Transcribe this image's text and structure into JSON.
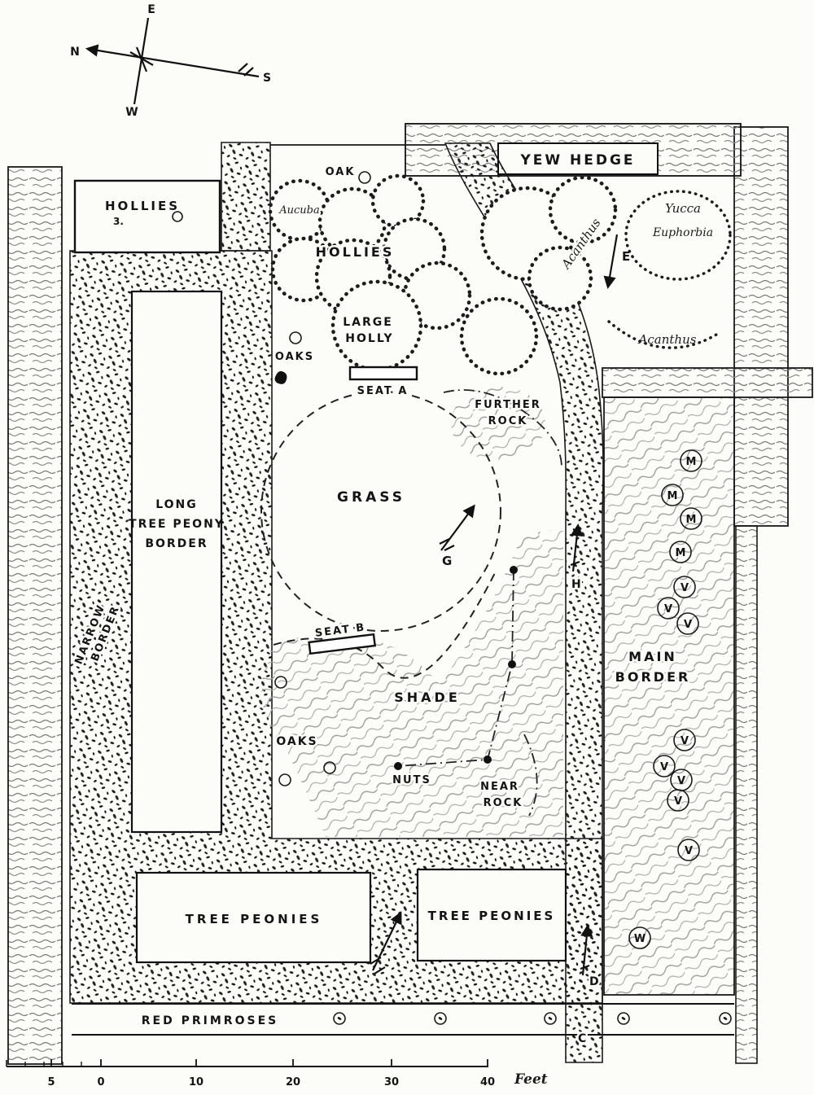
{
  "compass": {
    "n": "N",
    "e": "E",
    "s": "S",
    "w": "W"
  },
  "hedge": {
    "label": "YEW HEDGE"
  },
  "beds": {
    "hollies_box": "HOLLIES",
    "hollies_count": "3.",
    "long_border": [
      "LONG",
      "TREE PEONY",
      "BORDER"
    ],
    "narrow_border": [
      "NARROW",
      "BORDER"
    ],
    "main_border": [
      "MAIN",
      "BORDER"
    ],
    "tree_peonies_left": "TREE PEONIES",
    "tree_peonies_right": "TREE PEONIES",
    "red_primroses": "RED PRIMROSES"
  },
  "trees": {
    "oak": "OAK",
    "aucuba": "Aucuba",
    "hollies": "HOLLIES",
    "large_holly": [
      "LARGE",
      "HOLLY"
    ],
    "oaks_upper": "OAKS",
    "oaks_lower": "OAKS",
    "nuts": "NUTS"
  },
  "features": {
    "grass": "GRASS",
    "shade": "SHADE",
    "seat_a": "SEAT A",
    "seat_b": "SEAT B",
    "further_rock": [
      "FURTHER",
      "ROCK"
    ],
    "near_rock": [
      "NEAR",
      "ROCK"
    ]
  },
  "plants_right": {
    "yucca": "Yucca",
    "euphorbia": "Euphorbia",
    "acanthus_upper": "Acanthus",
    "acanthus_lower": "Acanthus"
  },
  "points": {
    "e": "E",
    "g": "G",
    "h": "H",
    "d": "D",
    "c": "C"
  },
  "markers": [
    {
      "label": "M"
    },
    {
      "label": "M"
    },
    {
      "label": "M"
    },
    {
      "label": "M"
    },
    {
      "label": "V"
    },
    {
      "label": "V"
    },
    {
      "label": "V"
    },
    {
      "label": "V"
    },
    {
      "label": "V"
    },
    {
      "label": "V"
    },
    {
      "label": "V"
    },
    {
      "label": "V"
    },
    {
      "label": "W"
    }
  ],
  "scale": {
    "ticks": [
      "5",
      "0",
      "10",
      "20",
      "30",
      "40"
    ],
    "unit": "Feet"
  }
}
